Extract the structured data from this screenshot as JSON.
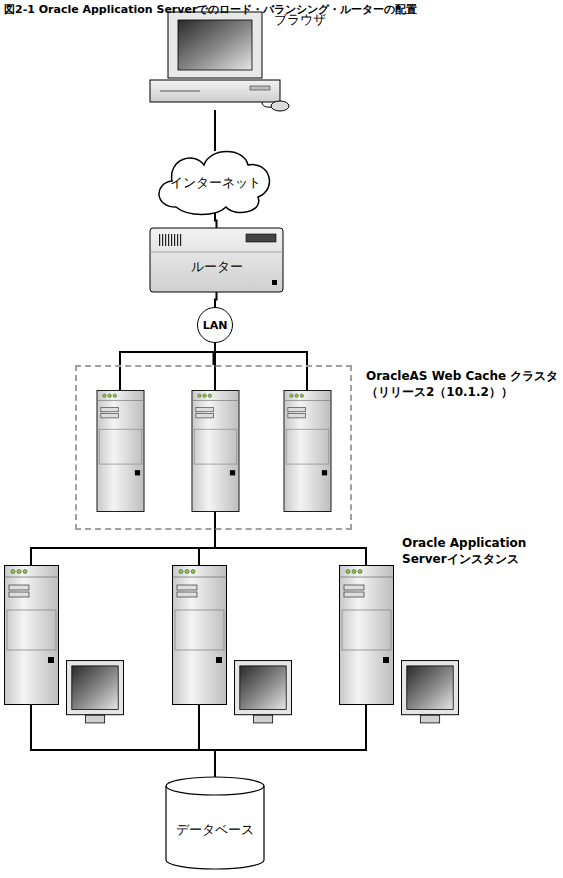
{
  "diagram": {
    "title": "図2-1 Oracle Application Serverでのロード・バランシング・ルーターの配置",
    "nodes": [
      {
        "text": [
          "ブラウザ"
        ]
      },
      {
        "text": [
          "インターネット"
        ]
      },
      {
        "text": [
          "ルーター"
        ]
      },
      {
        "text": [
          "LAN"
        ]
      },
      {
        "text": [
          "OracleAS Web Cache クラスタ（リリース2（10.1.2））"
        ]
      },
      {
        "text": [
          "データベース"
        ]
      }
    ],
    "edges": [
      {
        "from": 0,
        "to": 1,
        "arrow": "none"
      },
      {
        "from": 1,
        "to": 2,
        "arrow": "none"
      },
      {
        "from": 2,
        "to": 3,
        "arrow": "none"
      },
      {
        "from": 3,
        "to": 4,
        "arrow": "none"
      }
    ],
    "labels": [
      "Oracle Application Serverインスタンス"
    ]
  }
}
